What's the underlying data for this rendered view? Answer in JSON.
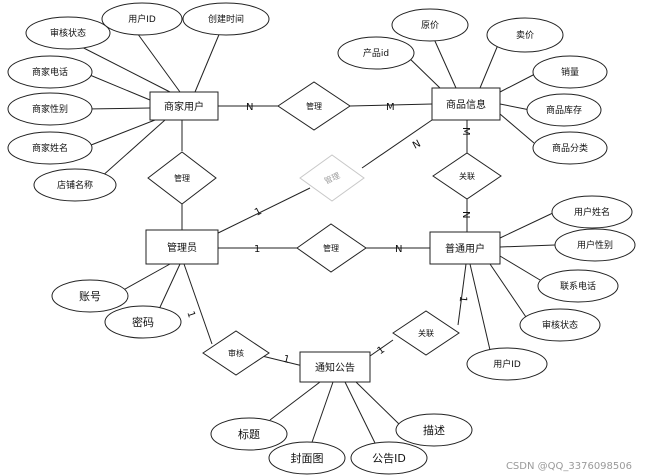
{
  "entities": {
    "merchant": "商家用户",
    "product": "商品信息",
    "admin": "管理员",
    "user": "普通用户",
    "notice": "通知公告"
  },
  "relationships": {
    "merchant_product": "管理",
    "merchant_admin": "管理",
    "admin_product": "管理",
    "product_user": "关联",
    "admin_user": "管理",
    "admin_notice": "审核",
    "user_notice": "关联"
  },
  "attributes": {
    "merchant": [
      "审核状态",
      "用户ID",
      "创建时间",
      "商家电话",
      "商家性别",
      "商家姓名",
      "店铺名称"
    ],
    "product": [
      "原价",
      "产品id",
      "卖价",
      "销量",
      "商品库存",
      "商品分类"
    ],
    "user": [
      "用户姓名",
      "用户性别",
      "联系电话",
      "审核状态",
      "用户ID"
    ],
    "admin": [
      "账号",
      "密码"
    ],
    "notice": [
      "标题",
      "封面图",
      "公告ID",
      "描述"
    ]
  },
  "cardinality": {
    "merchant_side_N": "N",
    "product_side_M": "M",
    "admin_product_1": "1",
    "admin_product_N": "N",
    "product_user_M": "M",
    "product_user_N": "N",
    "admin_user_1": "1",
    "admin_user_N": "N",
    "admin_notice_1": "1",
    "admin_notice_N": "1",
    "user_notice_1": "1",
    "user_notice_N": "1"
  },
  "watermark": "CSDN @QQ_3376098506"
}
